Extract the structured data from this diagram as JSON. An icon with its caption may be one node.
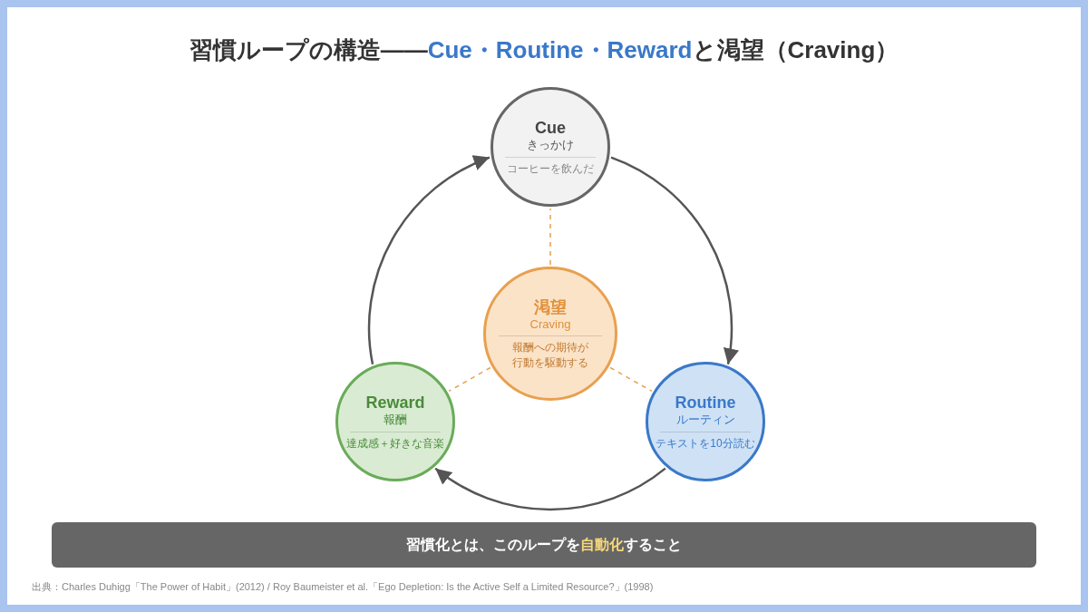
{
  "diagram": {
    "title": "習慣ループの構造——**Cue・Routine・Reward**と渇望（Craving）",
    "nodes": [
      {
        "text": [
          "Cue",
          "きっかけ",
          "コーヒーを飲んだ"
        ]
      },
      {
        "text": [
          "渇望",
          "Craving",
          "報酬への期待が行動を駆動する"
        ]
      },
      {
        "text": [
          "Reward",
          "報酬",
          "達成感＋好きな音楽"
        ]
      },
      {
        "text": [
          "Routine",
          "ルーティン",
          "テキストを10分読む"
        ]
      },
      {
        "text": [
          "習慣化とは、このループを**自動化**すること"
        ]
      }
    ],
    "edges": [
      {
        "from": 0,
        "to": 3,
        "arrow": "to"
      },
      {
        "from": 3,
        "to": 2,
        "arrow": "to"
      },
      {
        "from": 2,
        "to": 0,
        "arrow": "to"
      },
      {
        "from": 1,
        "to": 0,
        "arrow": "none",
        "style": "dashed",
        "color": "#e8a04f"
      },
      {
        "from": 1,
        "to": 2,
        "arrow": "none",
        "style": "dashed",
        "color": "#e8a04f"
      },
      {
        "from": 1,
        "to": 3,
        "arrow": "none",
        "style": "dashed",
        "color": "#e8a04f"
      }
    ],
    "labels": [
      "出典：Charles Duhigg「The Power of Habit」(2012) / Roy Baumeister et al.「Ego Depletion: Is the Active Self a Limited Resource?」(1998)"
    ]
  }
}
